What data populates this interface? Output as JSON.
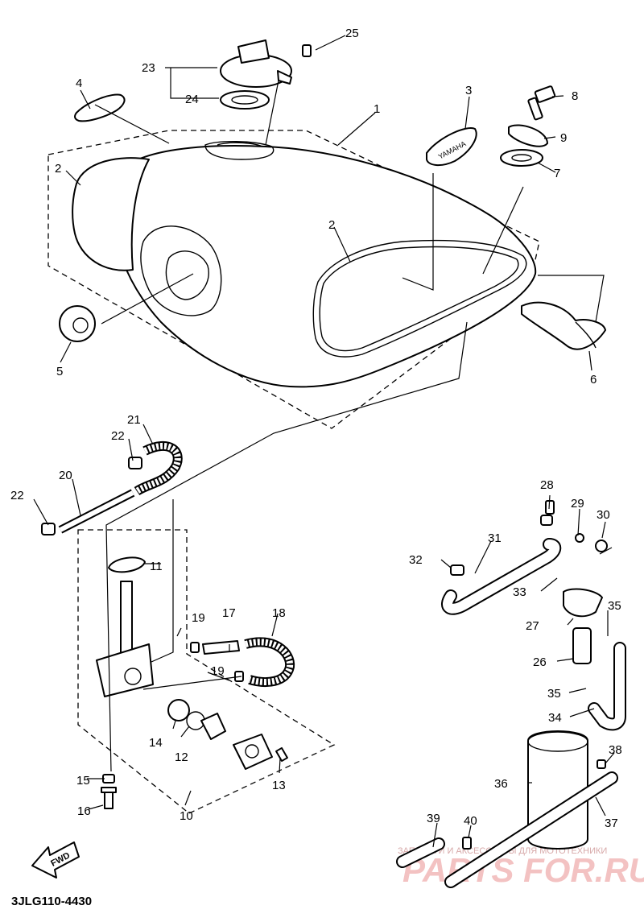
{
  "diagram_code": "3JLG110-4430",
  "direction_label": "FWD",
  "emblem_text": "YAMAHA",
  "watermark": {
    "main": "PARTS FOR.RU",
    "sub": "ЗАПЧАСТИ И АКСЕССУАРЫ ДЛЯ МОТОТЕХНИКИ"
  },
  "callouts": [
    {
      "id": "c1",
      "text": "1"
    },
    {
      "id": "c2a",
      "text": "2"
    },
    {
      "id": "c2b",
      "text": "2"
    },
    {
      "id": "c3",
      "text": "3"
    },
    {
      "id": "c4",
      "text": "4"
    },
    {
      "id": "c5",
      "text": "5"
    },
    {
      "id": "c6",
      "text": "6"
    },
    {
      "id": "c7",
      "text": "7"
    },
    {
      "id": "c8",
      "text": "8"
    },
    {
      "id": "c9",
      "text": "9"
    },
    {
      "id": "c10",
      "text": "10"
    },
    {
      "id": "c11",
      "text": "11"
    },
    {
      "id": "c12",
      "text": "12"
    },
    {
      "id": "c13",
      "text": "13"
    },
    {
      "id": "c14",
      "text": "14"
    },
    {
      "id": "c15",
      "text": "15"
    },
    {
      "id": "c16",
      "text": "16"
    },
    {
      "id": "c17",
      "text": "17"
    },
    {
      "id": "c18",
      "text": "18"
    },
    {
      "id": "c19a",
      "text": "19"
    },
    {
      "id": "c19b",
      "text": "19"
    },
    {
      "id": "c20",
      "text": "20"
    },
    {
      "id": "c21",
      "text": "21"
    },
    {
      "id": "c22a",
      "text": "22"
    },
    {
      "id": "c22b",
      "text": "22"
    },
    {
      "id": "c23",
      "text": "23"
    },
    {
      "id": "c24",
      "text": "24"
    },
    {
      "id": "c25",
      "text": "25"
    },
    {
      "id": "c26",
      "text": "26"
    },
    {
      "id": "c27",
      "text": "27"
    },
    {
      "id": "c28",
      "text": "28"
    },
    {
      "id": "c29",
      "text": "29"
    },
    {
      "id": "c30",
      "text": "30"
    },
    {
      "id": "c31",
      "text": "31"
    },
    {
      "id": "c32",
      "text": "32"
    },
    {
      "id": "c33",
      "text": "33"
    },
    {
      "id": "c34",
      "text": "34"
    },
    {
      "id": "c35a",
      "text": "35"
    },
    {
      "id": "c35b",
      "text": "35"
    },
    {
      "id": "c36",
      "text": "36"
    },
    {
      "id": "c37",
      "text": "37"
    },
    {
      "id": "c38",
      "text": "38"
    },
    {
      "id": "c39",
      "text": "39"
    },
    {
      "id": "c40",
      "text": "40"
    }
  ]
}
